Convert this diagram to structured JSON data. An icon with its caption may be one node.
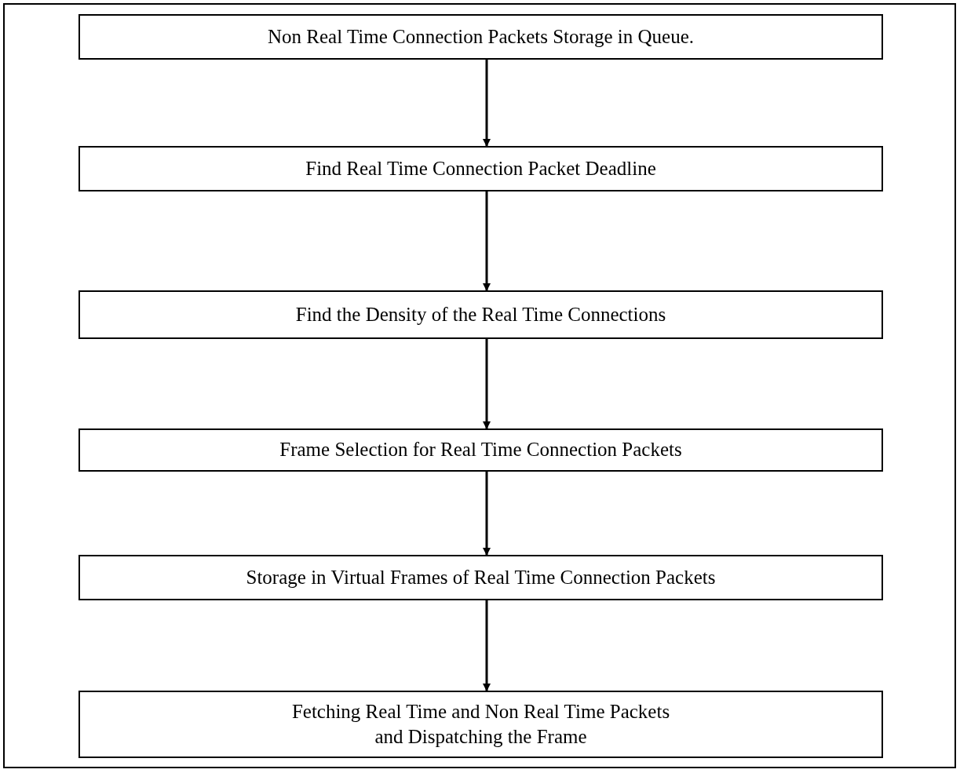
{
  "diagram": {
    "nodes": [
      {
        "text": [
          "Non Real Time Connection Packets Storage in Queue."
        ]
      },
      {
        "text": [
          "Find Real Time Connection Packet Deadline"
        ]
      },
      {
        "text": [
          "Find the Density of the Real Time Connections"
        ]
      },
      {
        "text": [
          "Frame Selection for Real Time Connection Packets"
        ]
      },
      {
        "text": [
          "Storage in Virtual Frames of Real Time Connection Packets"
        ]
      },
      {
        "text": [
          "Fetching Real Time and Non Real Time Packets and Dispatching the Frame"
        ]
      }
    ],
    "edges": [
      {
        "from": 0,
        "to": 1,
        "arrow": "to"
      },
      {
        "from": 1,
        "to": 2,
        "arrow": "to"
      },
      {
        "from": 2,
        "to": 3,
        "arrow": "to"
      },
      {
        "from": 3,
        "to": 4,
        "arrow": "to"
      },
      {
        "from": 4,
        "to": 5,
        "arrow": "to"
      }
    ]
  }
}
